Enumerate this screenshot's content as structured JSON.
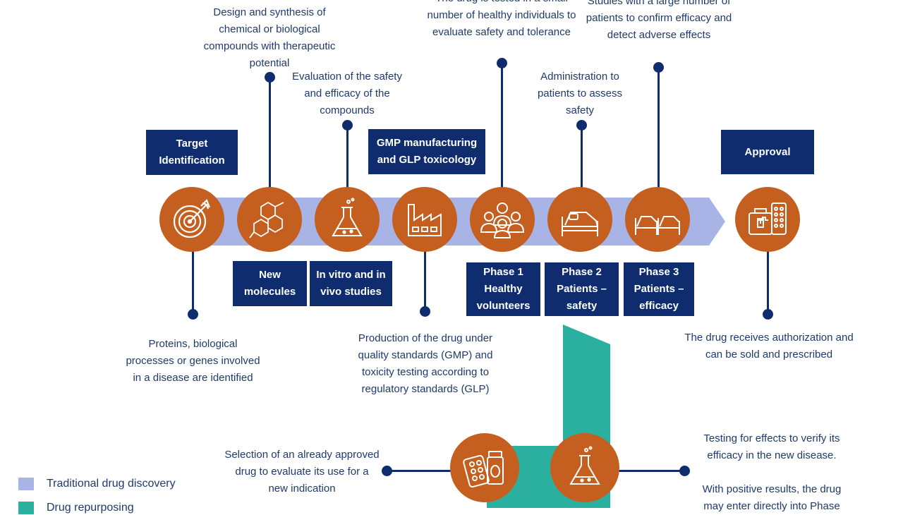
{
  "colors": {
    "traditional": "#a9b4e6",
    "repurposing": "#2bb0a0",
    "stage_circle": "#c45f20",
    "label_box": "#0f2d6e",
    "text": "#1f3a6b"
  },
  "stages": [
    {
      "label": "Target Identification",
      "icon": "target-icon",
      "desc": "Proteins, biological processes or genes involved in a disease are identified"
    },
    {
      "label": "New molecules",
      "icon": "molecule-icon",
      "desc": "Design and synthesis of chemical or biological compounds with therapeutic potential"
    },
    {
      "label": "In vitro and in vivo studies",
      "icon": "flask-icon",
      "desc": "Evaluation of the safety and efficacy of the compounds"
    },
    {
      "label": "GMP manufacturing and GLP toxicology",
      "icon": "factory-icon",
      "desc": "Production of the drug under quality standards (GMP) and toxicity testing according to regulatory standards (GLP)"
    },
    {
      "label": "Phase 1 Healthy volunteers",
      "icon": "people-icon",
      "desc": "The drug is tested in a small number of healthy individuals to evaluate safety and tolerance"
    },
    {
      "label": "Phase 2 Patients – safety",
      "icon": "bed-icon",
      "desc": "Administration to patients to assess safety"
    },
    {
      "label": "Phase 3 Patients – efficacy",
      "icon": "beds-icon",
      "desc": "Studies with a large number of patients to confirm efficacy and detect adverse effects"
    },
    {
      "label": "Approval",
      "icon": "medicine-kit-icon",
      "desc": "The drug receives authorization and can be sold and prescribed"
    }
  ],
  "repurposing": {
    "select_desc": "Selection of an already approved drug to evaluate its use for a new indication",
    "test_desc_1": "Testing for effects to verify its efficacy in the new disease.",
    "test_desc_2": "With positive results, the drug may enter directly into Phase",
    "select_icon": "pills-icon",
    "test_icon": "flask-icon"
  },
  "legend": [
    {
      "label": "Traditional drug discovery",
      "color": "#a9b4e6"
    },
    {
      "label": "Drug repurposing",
      "color": "#2bb0a0"
    }
  ]
}
